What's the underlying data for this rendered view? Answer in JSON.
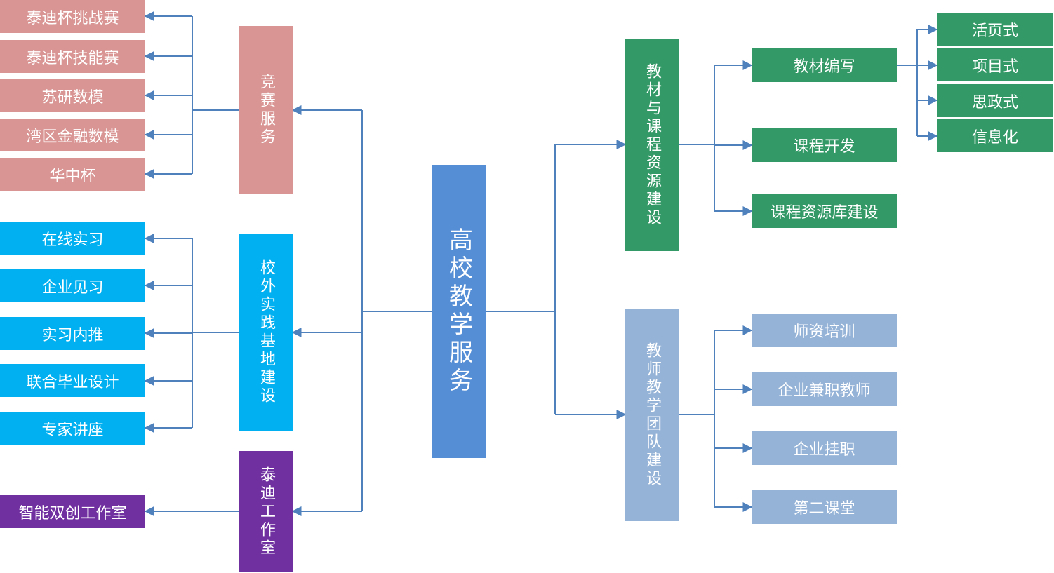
{
  "colors": {
    "pink": "#d99593",
    "cyan": "#00b0f0",
    "purple": "#7030a0",
    "blue": "#558ed5",
    "green": "#339966",
    "lavender": "#95b3d7",
    "line": "#4f81bd"
  },
  "center": {
    "label": "高校教学服务"
  },
  "left": {
    "competition": {
      "label": "竞赛服务",
      "items": [
        "泰迪杯挑战赛",
        "泰迪杯技能赛",
        "苏研数模",
        "湾区金融数模",
        "华中杯"
      ]
    },
    "practice": {
      "label": "校外实践基地建设",
      "items": [
        "在线实习",
        "企业见习",
        "实习内推",
        "联合毕业设计",
        "专家讲座"
      ]
    },
    "studio": {
      "label": "泰迪工作室",
      "items": [
        "智能双创工作室"
      ]
    }
  },
  "right": {
    "course": {
      "label": "教材与课程资源建设",
      "items": [
        "教材编写",
        "课程开发",
        "课程资源库建设"
      ],
      "textbook_types": [
        "活页式",
        "项目式",
        "思政式",
        "信息化"
      ]
    },
    "teacher": {
      "label": "教师教学团队建设",
      "items": [
        "师资培训",
        "企业兼职教师",
        "企业挂职",
        "第二课堂"
      ]
    }
  }
}
